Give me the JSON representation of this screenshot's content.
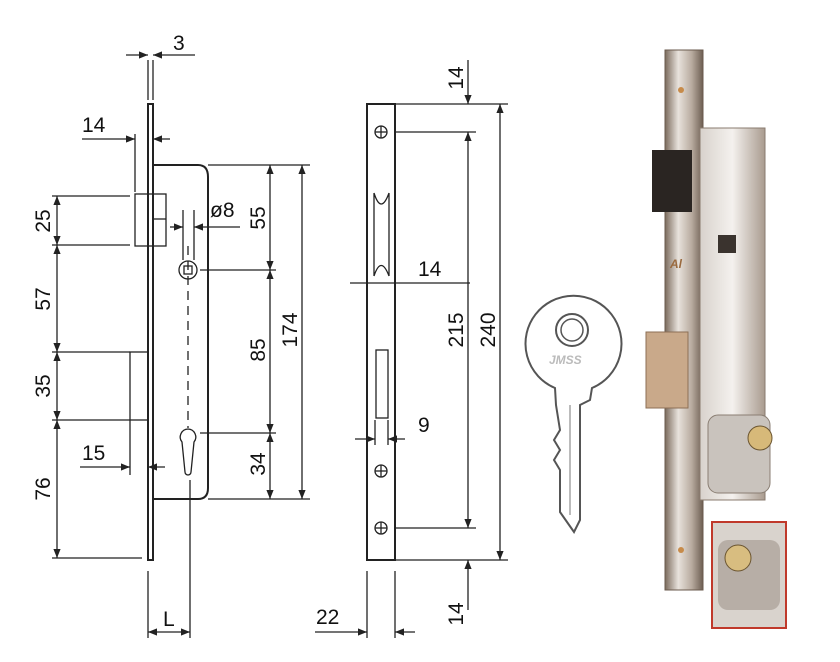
{
  "lock_drawing": {
    "faceplate_thickness": "3",
    "latch_projection": "14",
    "latch_height": "25",
    "latch_to_bolt": "57",
    "bolt_height": "35",
    "bolt_to_bottom": "76",
    "bolt_projection": "15",
    "spindle_diameter": "ø8",
    "top_to_spindle": "55",
    "spindle_to_cylinder": "85",
    "cylinder_to_bottom": "34",
    "body_height": "174",
    "backset": "L"
  },
  "strike_drawing": {
    "top_margin": "14",
    "slot_width": "14",
    "bolt_slot_offset": "9",
    "plate_width": "22",
    "screw_span": "215",
    "plate_length": "240",
    "bottom_margin": "14"
  },
  "key_brand": "JMSS",
  "colors": {
    "line": "#222222",
    "inset_border": "#c0392b"
  }
}
